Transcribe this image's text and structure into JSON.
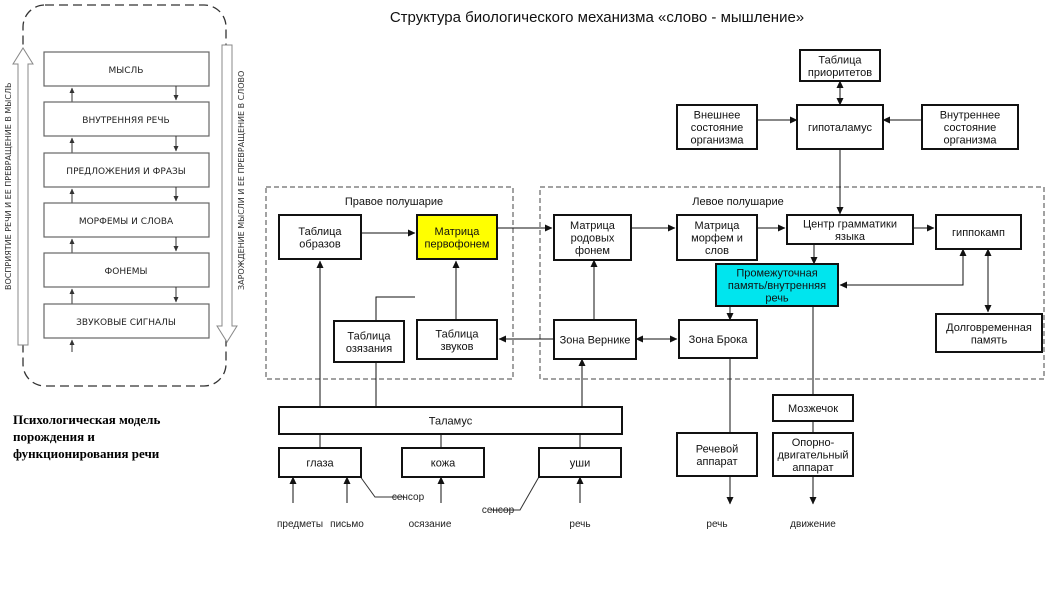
{
  "title": "Структура биологического механизма «слово - мышление»",
  "left_model": {
    "levels": [
      "МЫСЛЬ",
      "ВНУТРЕННЯЯ РЕЧЬ",
      "ПРЕДЛОЖЕНИЯ И ФРАЗЫ",
      "МОРФЕМЫ И СЛОВА",
      "ФОНЕМЫ",
      "ЗВУКОВЫЕ СИГНАЛЫ"
    ],
    "left_side_label": "ВОСПРИЯТИЕ РЕЧИ И ЕЕ ПРЕВРАЩЕНИЕ В МЫСЛЬ",
    "right_side_label": "ЗАРОЖДЕНИЕ МЫСЛИ И ЕЕ ПРЕВРАЩЕНИЕ В СЛОВО",
    "caption_lines": [
      "Психологическая модель",
      "порождения и",
      "функционирования речи"
    ]
  },
  "regions": {
    "right_hemisphere": "Правое полушарие",
    "left_hemisphere": "Левое полушарие"
  },
  "nodes": {
    "priorities_table": [
      "Таблица",
      "приоритетов"
    ],
    "hypothalamus": [
      "гипоталамус"
    ],
    "external_state": [
      "Внешнее",
      "состояние",
      "организма"
    ],
    "internal_state": [
      "Внутреннее",
      "состояние",
      "организма"
    ],
    "images_table": [
      "Таблица",
      "образов"
    ],
    "protophoneme_matrix": [
      "Матрица",
      "первофонем"
    ],
    "generic_phoneme_matrix": [
      "Матрица",
      "родовых",
      "фонем"
    ],
    "morpheme_matrix": [
      "Матрица",
      "морфем и",
      "слов"
    ],
    "grammar_center": [
      "Центр грамматики",
      "языка"
    ],
    "hippocampus": [
      "гиппокамп"
    ],
    "intermediate_memory": [
      "Промежуточная",
      "память/внутренняя",
      "речь"
    ],
    "long_term_memory": [
      "Долговременная",
      "память"
    ],
    "touch_table": [
      "Таблица",
      "озязания"
    ],
    "sounds_table": [
      "Таблица",
      "звуков"
    ],
    "wernicke_area": [
      "Зона Вернике"
    ],
    "broca_area": [
      "Зона Брока"
    ],
    "cerebellum": [
      "Мозжечок"
    ],
    "thalamus": [
      "Таламус"
    ],
    "eyes": [
      "глаза"
    ],
    "skin": [
      "кожа"
    ],
    "ears": [
      "уши"
    ],
    "speech_apparatus": [
      "Речевой",
      "аппарат"
    ],
    "motor_apparatus": [
      "Опорно-",
      "двигательный",
      "аппарат"
    ]
  },
  "labels": {
    "sensor_1": "сенсор",
    "sensor_2": "сенсор",
    "objects": "предметы",
    "writing": "письмо",
    "touch": "осязание",
    "speech_in": "речь",
    "speech_out": "речь",
    "movement": "движение"
  },
  "colors": {
    "protophoneme_highlight": "#ffff00",
    "memory_highlight": "#00e5ee"
  }
}
